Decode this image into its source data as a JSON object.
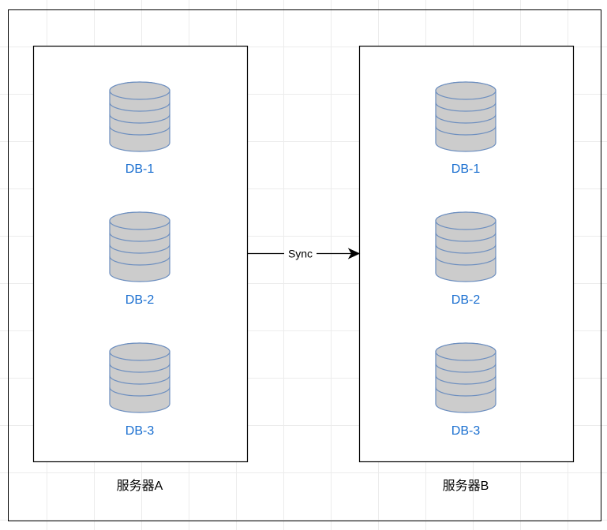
{
  "colors": {
    "db_fill": "#cccccc",
    "db_stroke": "#6c8ebf",
    "label": "#1a6fd0",
    "line": "#000000"
  },
  "servers": [
    {
      "name": "服务器A",
      "databases": [
        "DB-1",
        "DB-2",
        "DB-3"
      ]
    },
    {
      "name": "服务器B",
      "databases": [
        "DB-1",
        "DB-2",
        "DB-3"
      ]
    }
  ],
  "connector": {
    "label": "Sync",
    "icon": "arrow-right-icon"
  }
}
